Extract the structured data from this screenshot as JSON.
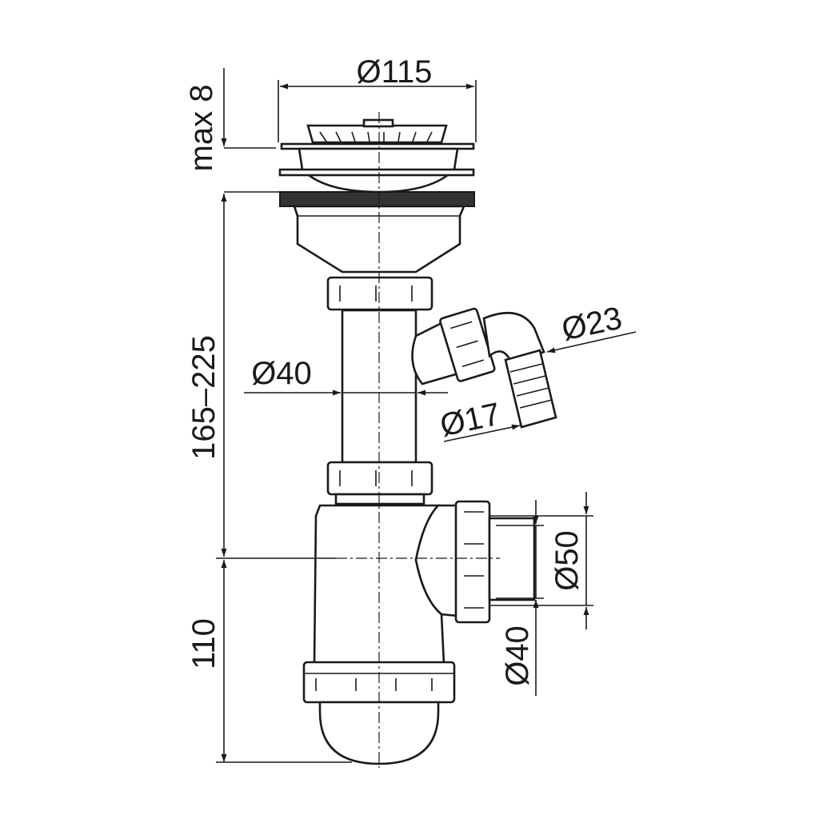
{
  "dimensions": {
    "strainer_diameter": "Ø115",
    "max_thickness": "max 8",
    "height_range": "165–225",
    "pipe_diameter": "Ø40",
    "hose_outer": "Ø23",
    "hose_inner": "Ø17",
    "outlet_outer": "Ø50",
    "outlet_inner": "Ø40",
    "trap_depth": "110"
  },
  "colors": {
    "line": "#1a1a1a",
    "steel": "#b8b8b8",
    "gasket": "#333333"
  }
}
